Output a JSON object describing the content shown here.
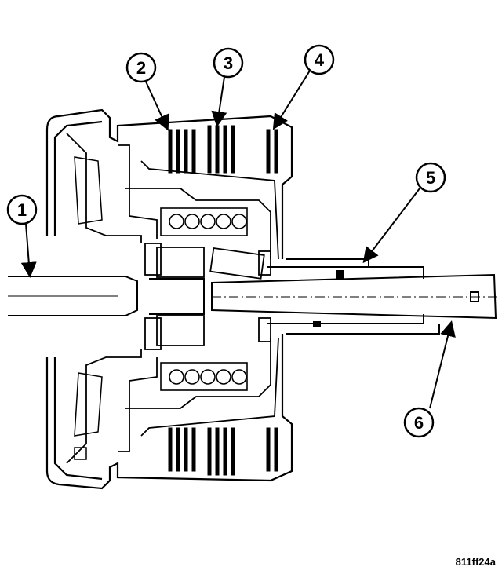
{
  "callouts": [
    {
      "id": "1",
      "label": "1"
    },
    {
      "id": "2",
      "label": "2"
    },
    {
      "id": "3",
      "label": "3"
    },
    {
      "id": "4",
      "label": "4"
    },
    {
      "id": "5",
      "label": "5"
    },
    {
      "id": "6",
      "label": "6"
    }
  ],
  "figure_code": "811ff24a",
  "colors": {
    "ink": "#000000",
    "paper": "#ffffff"
  }
}
